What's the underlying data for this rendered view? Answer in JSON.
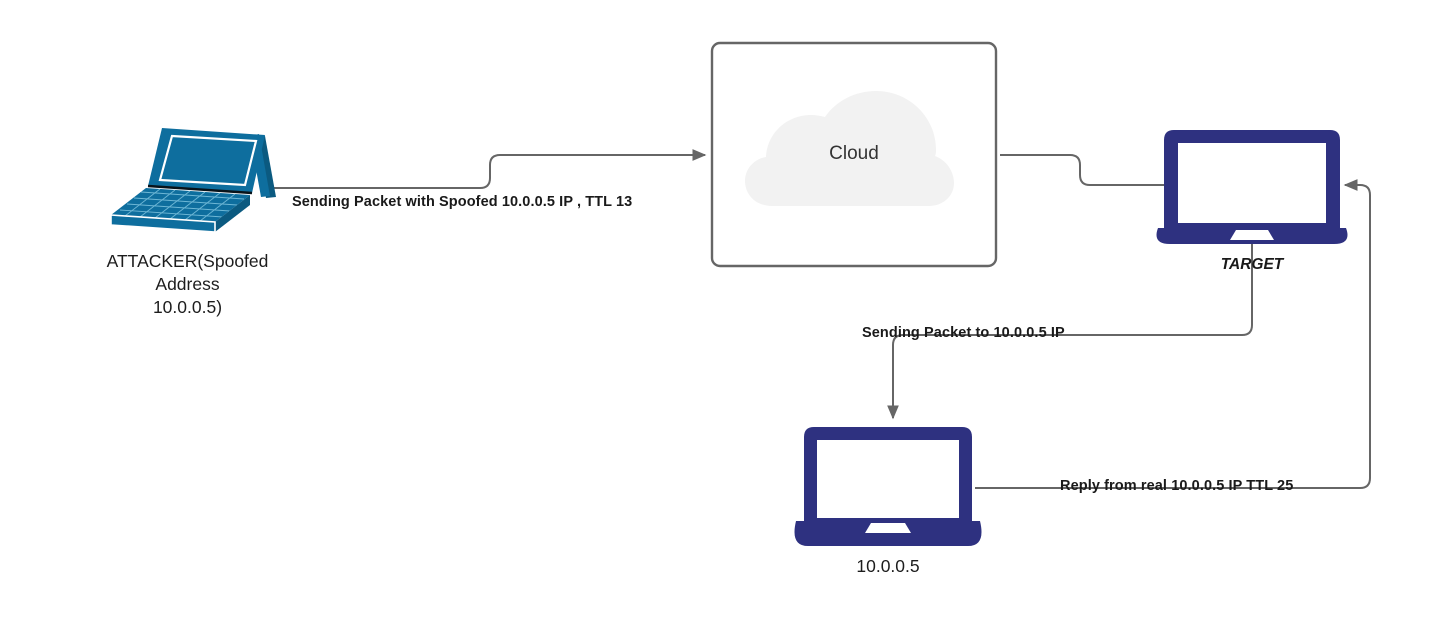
{
  "diagram": {
    "title": "IP Spoofing / TTL reflection network diagram",
    "colors": {
      "attacker_laptop": "#0E6E9E",
      "attacker_laptop_dark": "#0B5A80",
      "node_navy": "#2E3180",
      "connector_gray": "#666666",
      "cloud_fill": "#F2F2F2",
      "box_border": "#666666",
      "text": "#1A1A1A"
    },
    "nodes": [
      {
        "id": "attacker",
        "icon": "laptop-isometric-icon",
        "label_lines": [
          "ATTACKER(Spoofed",
          "Address",
          "10.0.0.5)"
        ]
      },
      {
        "id": "cloud-box",
        "icon": "cloud-icon",
        "label": "Cloud"
      },
      {
        "id": "target",
        "icon": "laptop-front-icon",
        "label": "TARGET"
      },
      {
        "id": "victim",
        "icon": "laptop-front-icon",
        "label": "10.0.0.5"
      }
    ],
    "edges": [
      {
        "id": "attacker-to-cloud",
        "label": "Sending Packet with Spoofed 10.0.0.5 IP , TTL 13",
        "arrow": true
      },
      {
        "id": "cloud-to-target",
        "label": "",
        "arrow": false
      },
      {
        "id": "target-to-victim",
        "label": "Sending Packet to 10.0.0.5 IP",
        "arrow": true
      },
      {
        "id": "victim-to-target",
        "label": "Reply from real 10.0.0.5 IP TTL 25",
        "arrow": true
      }
    ]
  }
}
